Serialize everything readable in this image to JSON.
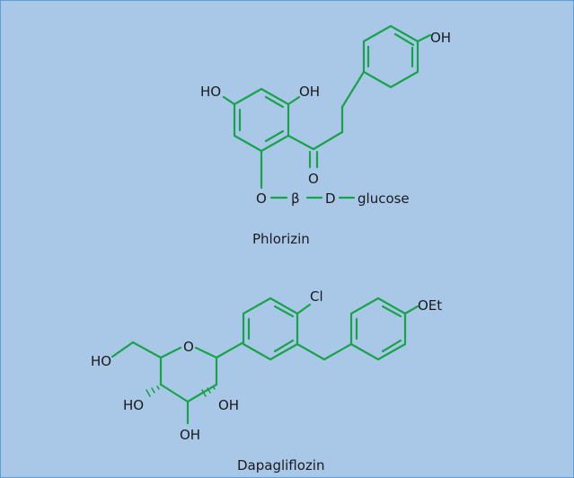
{
  "phlorizin": {
    "name": "Phlorizin",
    "atoms": {
      "oh_top": "OH",
      "ho_left": "HO",
      "oh_mid": "OH",
      "carbonyl_o": "O",
      "ether_o": "O",
      "beta": "β",
      "d": "D",
      "glucose": "glucose"
    }
  },
  "dapagliflozin": {
    "name": "Dapagliflozin",
    "atoms": {
      "cl": "Cl",
      "oet": "OEt",
      "ring_o": "O",
      "ho_ch2": "HO",
      "ho_c4": "HO",
      "oh_c2": "OH",
      "oh_c3": "OH"
    }
  },
  "colors": {
    "background": "#a9c8e8",
    "border": "#5aa0d8",
    "bond": "#18a34a",
    "text": "#1a1a1a"
  }
}
